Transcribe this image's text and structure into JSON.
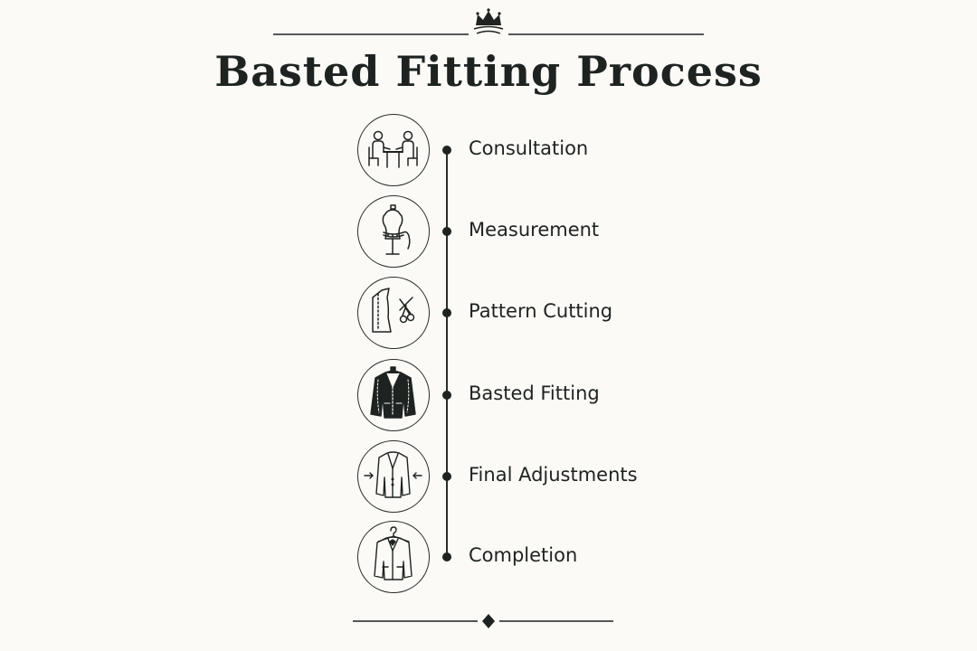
{
  "title": "Basted Fitting Process",
  "colors": {
    "ink": "#1e2321",
    "background": "#fbfaf7"
  },
  "ornaments": {
    "top": "crown-icon",
    "bottom": "diamond-icon"
  },
  "steps": [
    {
      "label": "Consultation",
      "icon": "consultation-icon"
    },
    {
      "label": "Measurement",
      "icon": "dress-form-icon"
    },
    {
      "label": "Pattern Cutting",
      "icon": "pattern-scissors-icon"
    },
    {
      "label": "Basted Fitting",
      "icon": "basted-jacket-icon"
    },
    {
      "label": "Final Adjustments",
      "icon": "adjust-jacket-icon"
    },
    {
      "label": "Completion",
      "icon": "hanger-jacket-icon"
    }
  ]
}
